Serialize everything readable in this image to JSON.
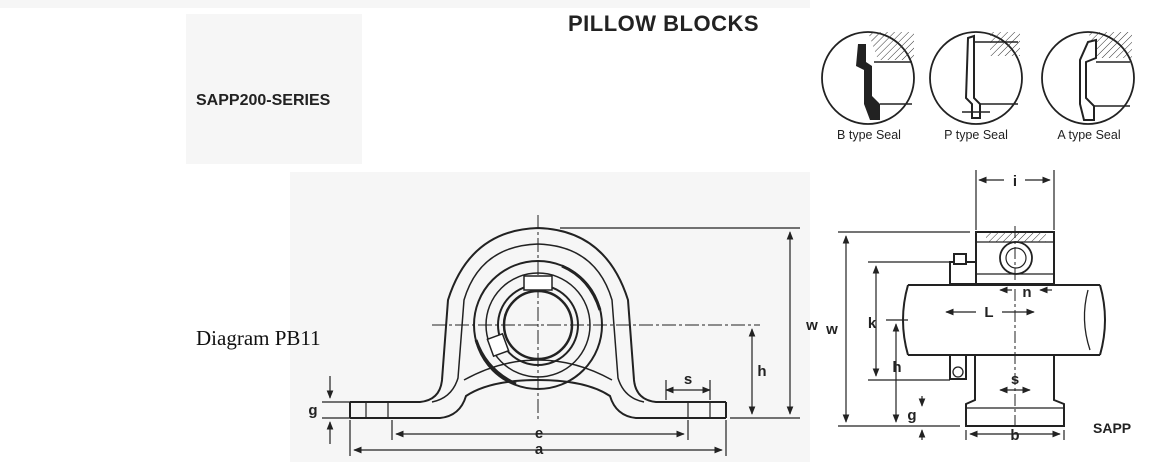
{
  "header": {
    "title": "PILLOW BLOCKS",
    "series": "SAPP200-SERIES"
  },
  "diagram_label": "Diagram PB11",
  "seals": [
    {
      "label": "B type Seal",
      "icon": "b-type-seal-icon"
    },
    {
      "label": "P type Seal",
      "icon": "p-type-seal-icon"
    },
    {
      "label": "A type Seal",
      "icon": "a-type-seal-icon"
    }
  ],
  "front_view": {
    "dimensions": {
      "w": "w",
      "h": "h",
      "s": "s",
      "g": "g",
      "e": "e",
      "a": "a"
    }
  },
  "side_view": {
    "dimensions": {
      "i": "i",
      "n": "n",
      "L": "L",
      "k": "k",
      "w": "w",
      "h": "h",
      "s": "s",
      "g": "g",
      "b": "b"
    },
    "label": "SAPP"
  }
}
